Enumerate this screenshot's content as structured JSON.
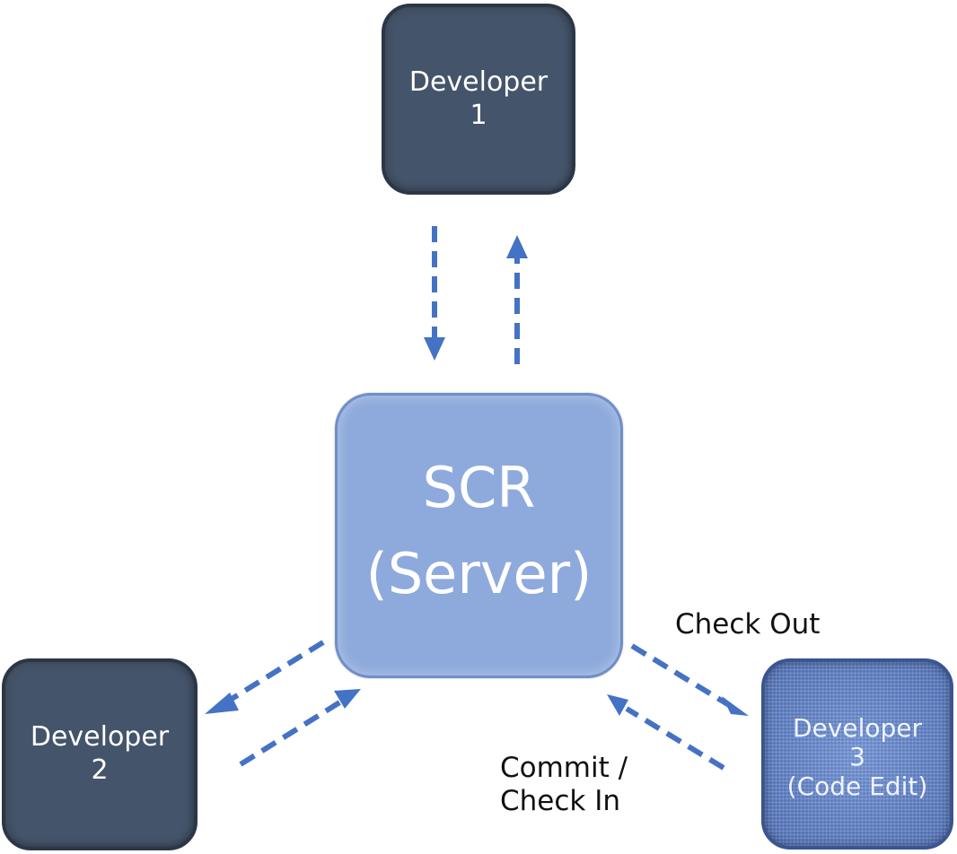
{
  "nodes": {
    "developer1": {
      "line1": "Developer",
      "line2": "1"
    },
    "developer2": {
      "line1": "Developer",
      "line2": "2"
    },
    "developer3": {
      "line1": "Developer",
      "line2": "3",
      "line3": "(Code Edit)"
    },
    "server": {
      "line1": "SCR",
      "line2": "(Server)"
    }
  },
  "edge_labels": {
    "check_out": "Check Out",
    "commit_line1": "Commit /",
    "commit_line2": "Check In"
  },
  "colors": {
    "developer_box": "#44546a",
    "server_box": "#8eaadc",
    "active_developer_box": "#5b7dc5",
    "arrow": "#4472c4"
  }
}
